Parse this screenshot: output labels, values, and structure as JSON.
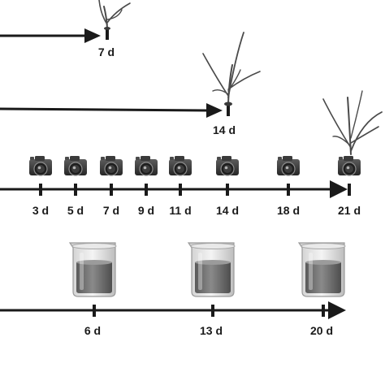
{
  "timeline_7d": {
    "label": "7 d"
  },
  "timeline_14d": {
    "label": "14 d"
  },
  "imaging_timeline": {
    "labels": [
      "3 d",
      "5 d",
      "7 d",
      "9 d",
      "11 d",
      "14 d",
      "18 d",
      "21 d"
    ],
    "camera_icon": "camera-icon",
    "plant_icon": "plant-icon"
  },
  "sampling_timeline": {
    "labels": [
      "6 d",
      "13 d",
      "20 d"
    ],
    "beaker_icon": "beaker-icon"
  },
  "colors": {
    "line": "#1a1a1a",
    "beaker_liquid": "#6e6e6e",
    "camera_body": "#3a3a3a",
    "plant": "#4a4a4a"
  }
}
